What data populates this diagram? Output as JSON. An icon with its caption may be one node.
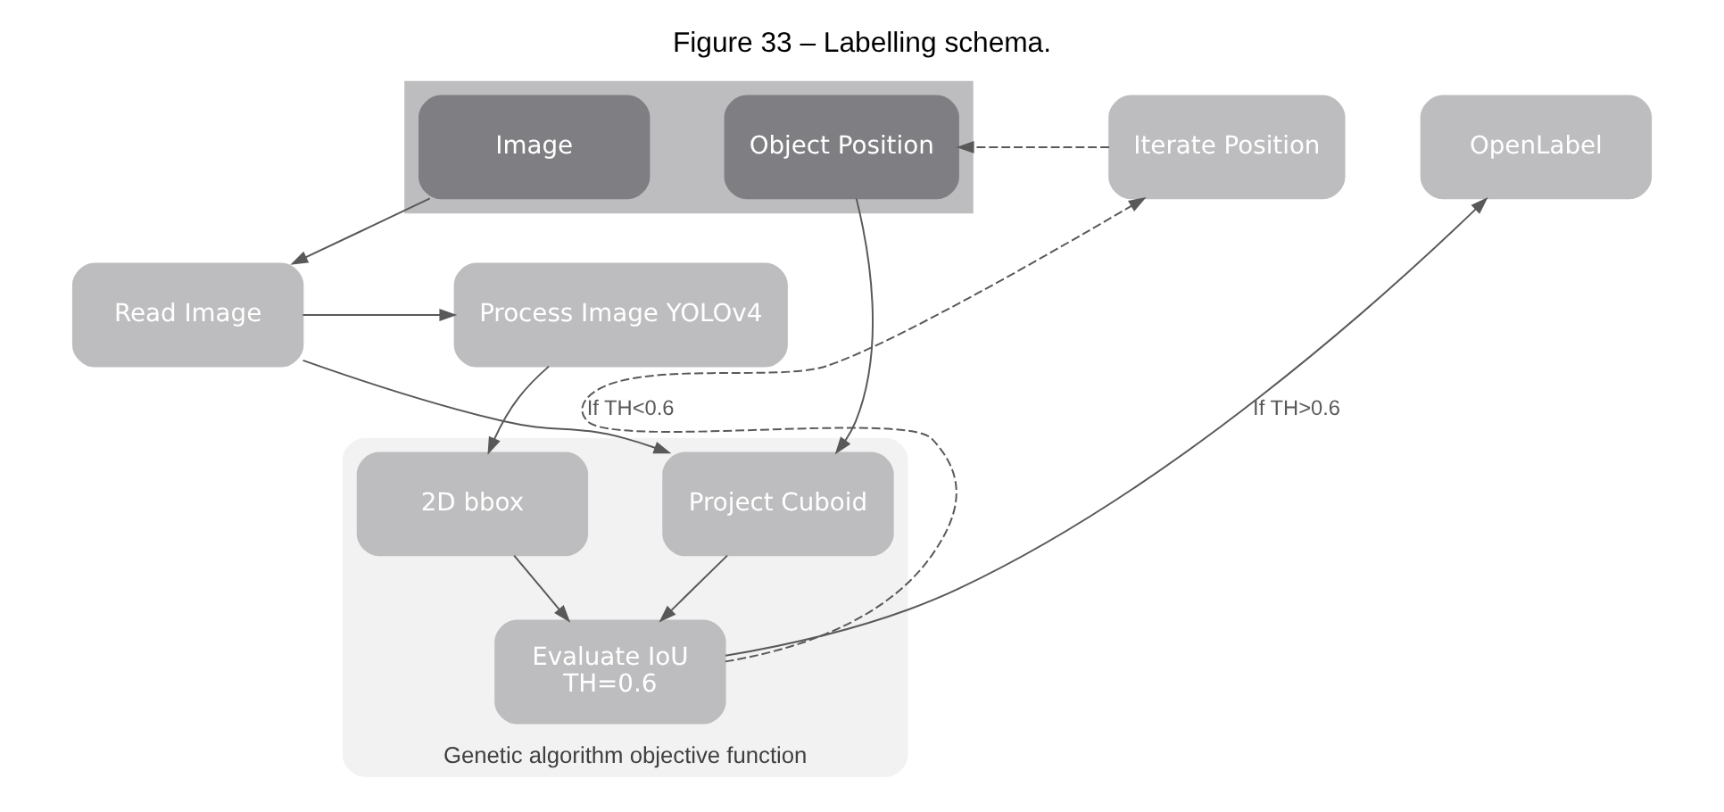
{
  "diagram": {
    "title": "Figure 33 – Labelling schema.",
    "nodes": [
      {
        "text": [],
        "shape": "box"
      },
      {
        "text": [
          "Image"
        ],
        "in": 0
      },
      {
        "text": [
          "Object Position"
        ],
        "in": 0
      },
      {
        "text": [
          "Read Image"
        ]
      },
      {
        "text": [
          "Process Image YOLOv4"
        ]
      },
      {
        "text": [
          "Genetic algorithm objective function"
        ]
      },
      {
        "text": [
          "Project Cuboid"
        ],
        "in": 5
      },
      {
        "text": [
          "2D bbox"
        ],
        "in": 5
      },
      {
        "text": [
          "Evaluate IoU",
          "TH=0.6"
        ],
        "in": 5
      },
      {
        "text": [
          "Iterate Position"
        ]
      },
      {
        "text": [
          "OpenLabel"
        ]
      }
    ],
    "edges": [
      {
        "from": 1,
        "to": 3,
        "arrow": "to"
      },
      {
        "from": 3,
        "to": 4,
        "arrow": "to"
      },
      {
        "from": 3,
        "to": 6,
        "arrow": "to"
      },
      {
        "from": 4,
        "to": 7,
        "arrow": "to"
      },
      {
        "from": 2,
        "to": 6,
        "arrow": "to"
      },
      {
        "from": 6,
        "to": 8,
        "arrow": "to"
      },
      {
        "from": 7,
        "to": 8,
        "arrow": "to"
      },
      {
        "from": 8,
        "to": 9,
        "arrow": "to",
        "label": "If TH<0.6",
        "style": "dashed"
      },
      {
        "from": 9,
        "to": 2,
        "arrow": "to",
        "style": "dashed"
      },
      {
        "from": 8,
        "to": 10,
        "arrow": "to",
        "label": "If TH>0.6"
      }
    ]
  }
}
